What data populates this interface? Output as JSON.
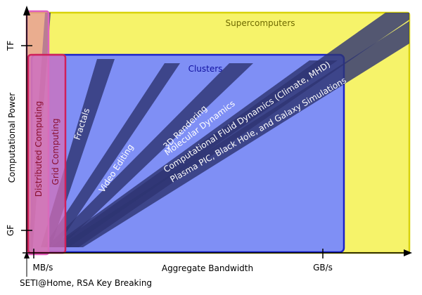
{
  "axes": {
    "x_label": "Aggregate Bandwidth",
    "y_label": "Computational Power",
    "x_ticks": [
      "MB/s",
      "GB/s"
    ],
    "y_ticks": [
      "GF",
      "TF"
    ]
  },
  "regions": {
    "supercomputers": "Supercomputers",
    "clusters": "Clusters",
    "distributed": "Distributed Computing",
    "grid": "Grid Computing"
  },
  "applications": {
    "fractals": "Fractals",
    "video_editing": "Video Editing",
    "rendering_3d": "3D Rendering",
    "molecular": "Molecular Dynamics",
    "cfd": "Computational Fluid Dynamics (Climate, MHD)",
    "plasma": "Plasma PIC, Black Hole, and Galaxy Simulations"
  },
  "footnote": "SETI@Home, RSA Key Breaking",
  "colors": {
    "supercomputers_fill": "#f6f36a",
    "supercomputers_stroke": "#d8d20a",
    "clusters_fill": "#7f8ff5",
    "clusters_stroke": "#1a22c8",
    "distributed_fill": "#e58fa0",
    "distributed_stroke": "#e060c0",
    "grid_fill": "#d66fb8",
    "grid_stroke": "#d0205a",
    "wedge_fill": "#2e3573",
    "supercomputers_label": "#6f6a00",
    "clusters_label": "#1010a0",
    "grid_label": "#8a1030"
  }
}
